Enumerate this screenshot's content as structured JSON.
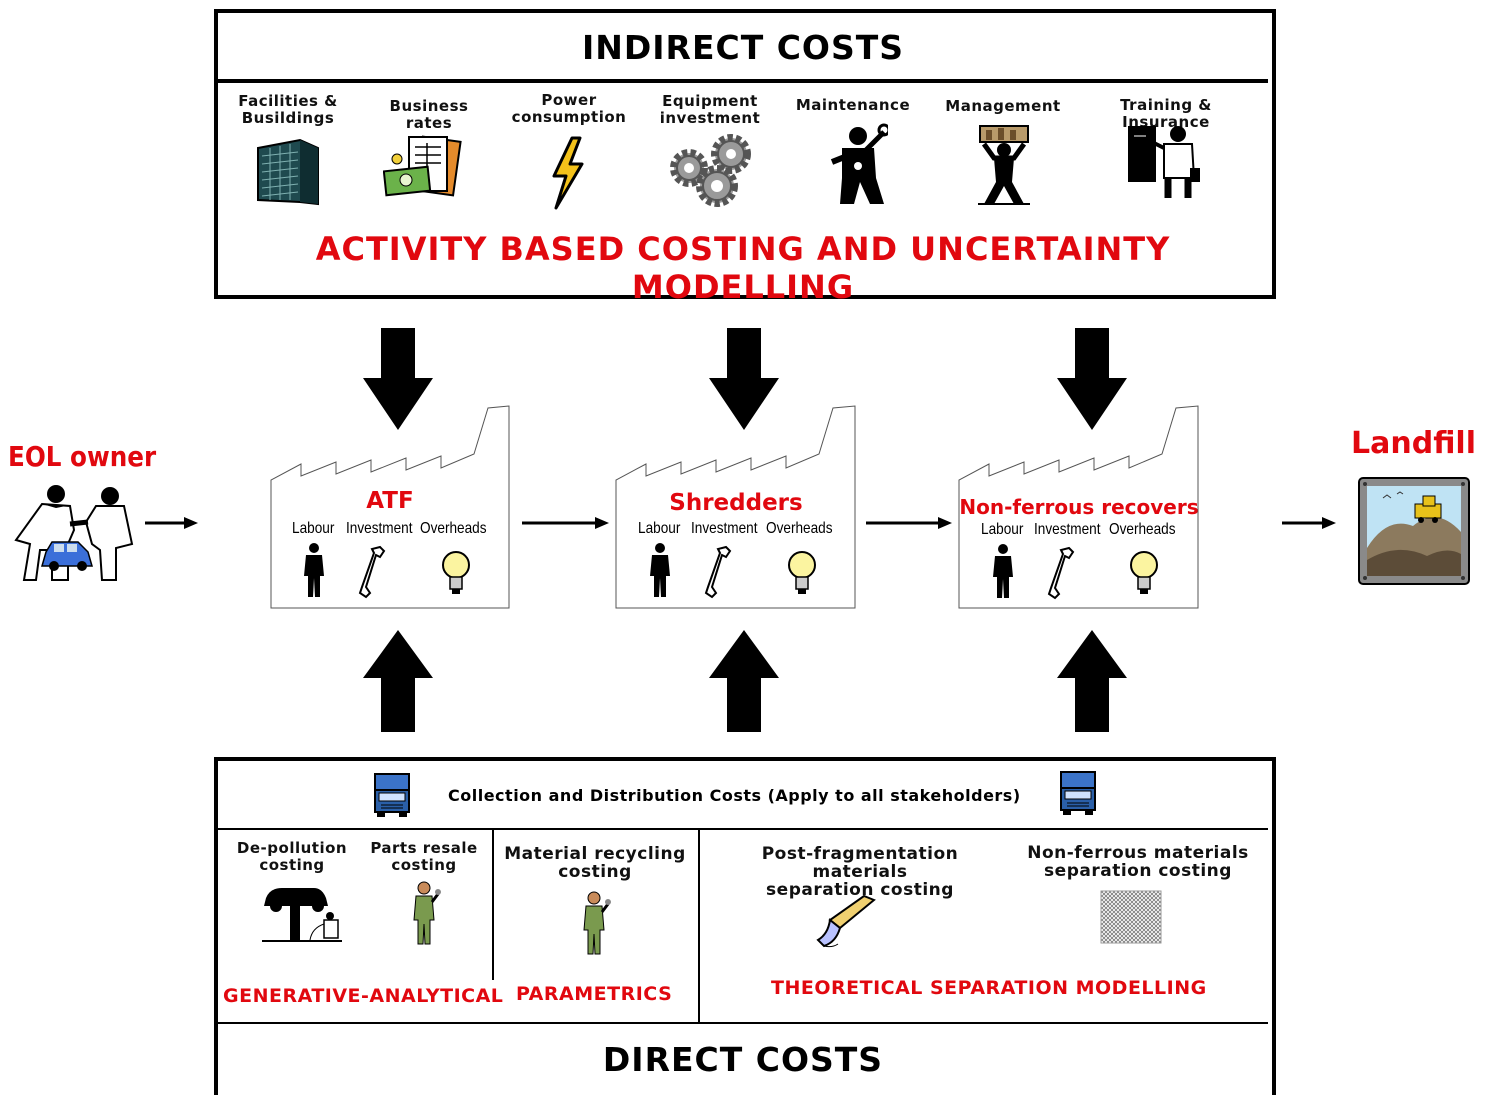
{
  "indirect": {
    "title": "INDIRECT COSTS",
    "items": [
      {
        "label": "Facilities &\nBusildings",
        "icon": "building-icon"
      },
      {
        "label": "Business rates",
        "icon": "banknotes-icon"
      },
      {
        "label": "Power\nconsumption",
        "icon": "lightning-icon"
      },
      {
        "label": "Equipment\ninvestment",
        "icon": "gears-icon"
      },
      {
        "label": "Maintenance",
        "icon": "mechanic-icon"
      },
      {
        "label": "Management",
        "icon": "manager-icon"
      },
      {
        "label": "Training & Insurance",
        "icon": "trainer-icon"
      }
    ],
    "method": "ACTIVITY BASED COSTING AND UNCERTAINTY MODELLING"
  },
  "flow": {
    "start": "EOL owner",
    "end": "Landfill",
    "stakeholders": [
      {
        "name": "ATF",
        "labour": "Labour",
        "investment": "Investment",
        "overheads": "Overheads"
      },
      {
        "name": "Shredders",
        "labour": "Labour",
        "investment": "Investment",
        "overheads": "Overheads"
      },
      {
        "name": "Non-ferrous recovers",
        "labour": "Labour",
        "investment": "Investment",
        "overheads": "Overheads"
      }
    ]
  },
  "direct": {
    "collection": "Collection and Distribution Costs (Apply to all stakeholders)",
    "items": [
      {
        "label": "De-pollution\ncosting",
        "icon": "car-lift-icon"
      },
      {
        "label": "Parts resale\ncosting",
        "icon": "worker-icon"
      },
      {
        "label": "Material recycling\ncosting",
        "icon": "worker-icon"
      },
      {
        "label": "Post-fragmentation materials\nseparation costing",
        "icon": "magnet-icon"
      },
      {
        "label": "Non-ferrous materials\nseparation costing",
        "icon": "mesh-icon"
      }
    ],
    "methods": [
      "GENERATIVE-ANALYTICAL",
      "PARAMETRICS",
      "THEORETICAL SEPARATION MODELLING"
    ],
    "title": "DIRECT COSTS"
  }
}
